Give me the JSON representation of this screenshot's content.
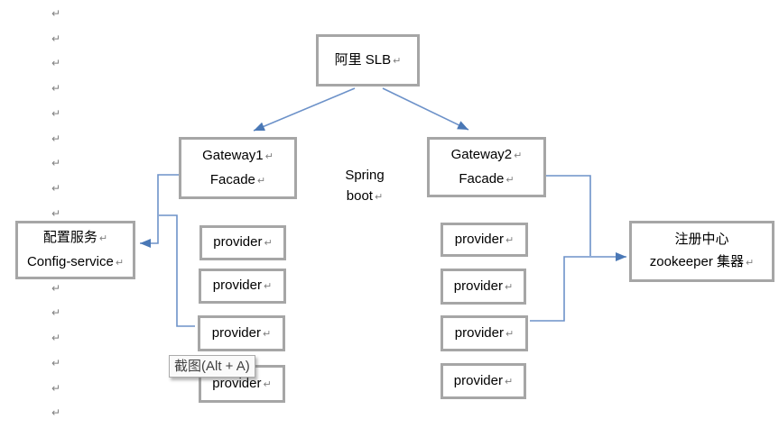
{
  "nodes": {
    "slb": {
      "label": "阿里 SLB"
    },
    "gateway1": {
      "line1": "Gateway1",
      "line2": "Facade"
    },
    "gateway2": {
      "line1": "Gateway2",
      "line2": "Facade"
    },
    "config_service": {
      "line1": "配置服务",
      "line2": "Config-service"
    },
    "registry": {
      "line1": "注册中心",
      "line2": "zookeeper 集器"
    }
  },
  "floating_text": {
    "line1": "Spring",
    "line2": "boot"
  },
  "providers": {
    "left": [
      "provider",
      "provider",
      "provider",
      "provider"
    ],
    "right": [
      "provider",
      "provider",
      "provider",
      "provider"
    ]
  },
  "tooltip": {
    "label": "截图(Alt + A)"
  },
  "marks": {
    "return_glyph": "↵",
    "margin_count": 17
  },
  "colors": {
    "box_border": "#a6a6a6",
    "connector_line": "#6d92c9",
    "arrowhead": "#4a78b6",
    "text": "#000000",
    "return_mark": "#7f7f7f",
    "tooltip_bg": "#fafafa",
    "tooltip_border": "#ababab",
    "tooltip_text": "#3f3f3f"
  }
}
